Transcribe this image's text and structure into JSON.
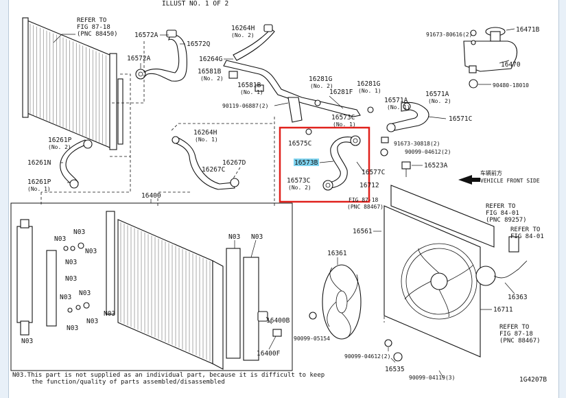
{
  "header": {
    "title": "ILLUST NO. 1 OF 2"
  },
  "footer": {
    "note_line1": "N03.This part is not supplied as an individual part, because it is difficult to keep",
    "note_line2": "the function/quality of parts assembled/disassembled",
    "illust_id": "1G4207B"
  },
  "highlight": {
    "color": "#e0201b",
    "highlighted_part": "16573B"
  },
  "direction": {
    "glyphs": "车辆前方",
    "text": "VEHICLE FRONT SIDE"
  },
  "labels": {
    "refer1": "REFER TO",
    "refer1b": "FIG 87-18",
    "refer1c": "(PNC 88450)",
    "p16572A_top": "16572A",
    "p16572Q": "16572Q",
    "p16572A": "16572A",
    "p16264H_top": "16264H",
    "p16264H_top_n": "(No. 2)",
    "p16264G": "16264G",
    "p16581B": "16581B",
    "p16581B_n": "(No. 2)",
    "p16581B2": "16581B",
    "p16581B2_n": "(No. 1)",
    "p90119": "90119-06887(2)",
    "p16281G_a": "16281G",
    "p16281G_a_n": "(No. 2)",
    "p16281G_b": "16281G",
    "p16281G_b_n": "(No. 1)",
    "p16281F": "16281F",
    "p91673a": "91673-80616(2)",
    "p16471B": "16471B",
    "p16470": "16470",
    "p90480": "90480-18010",
    "p16571A_a": "16571A",
    "p16571A_a_n": "(No. 1)",
    "p16571A_b": "16571A",
    "p16571A_b_n": "(No. 2)",
    "p16571C": "16571C",
    "p16573C_t": "16573C",
    "p16573C_t_n": "(No. 1)",
    "p16575C": "16575C",
    "p16573B": "16573B",
    "p16573C_b": "16573C",
    "p16573C_b_n": "(No. 2)",
    "p16577C": "16577C",
    "p16712": "16712",
    "refer2b": "FIG 87-18",
    "refer2c": "(PNC 88467)",
    "p91673b": "91673-30818(2)",
    "p90099a": "90099-04612(2)",
    "p16523A": "16523A",
    "p16264H_m": "16264H",
    "p16264H_m_n": "(No. 1)",
    "p16267C": "16267C",
    "p16267D": "16267D",
    "p16261P_a": "16261P",
    "p16261P_a_n": "(No. 2)",
    "p16261N": "16261N",
    "p16261P_b": "16261P",
    "p16261P_b_n": "(No. 1)",
    "p16400": "16400",
    "n03": "N03",
    "p16400B": "16400B",
    "p16400F": "16400F",
    "p16561": "16561",
    "p16361": "16361",
    "p16711": "16711",
    "p16363": "16363",
    "refer3": "REFER TO",
    "refer3b": "FIG 84-01",
    "refer3c": "(PNC 89257)",
    "refer4": "REFER TO",
    "refer4b": "FIG 84-01",
    "refer5": "REFER TO",
    "refer5b": "FIG 87-18",
    "refer5c": "(PNC 88467)",
    "p90099b": "90099-05154",
    "p90099c": "90099-04612(2)",
    "p16535": "16535",
    "p90099d": "90099-04119(3)"
  }
}
